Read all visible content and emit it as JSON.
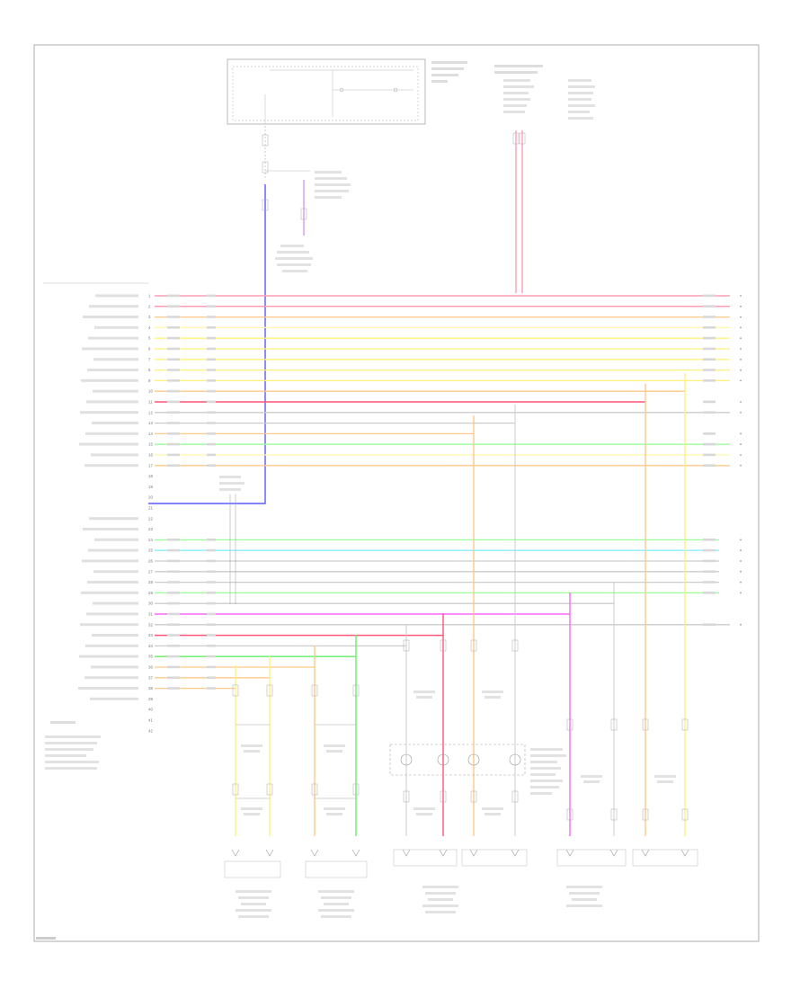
{
  "diagram": {
    "title": "",
    "footer_code": "",
    "colors": {
      "pink": "#ff9eb3",
      "red": "#ff5577",
      "yellow": "#fff27a",
      "lightYellow": "#fff6a8",
      "orange": "#ffc98a",
      "blue": "#5a5aff",
      "violet": "#cc88ff",
      "green": "#66ee66",
      "lightGreen": "#99ff99",
      "cyan": "#88eeff",
      "gray": "#cccccc",
      "magenta": "#ff66ff",
      "frame": "#888888"
    },
    "rows": [
      {
        "pin": "1",
        "color": "pink"
      },
      {
        "pin": "2",
        "color": "pink"
      },
      {
        "pin": "3",
        "color": "orange"
      },
      {
        "pin": "4",
        "color": "lightYellow"
      },
      {
        "pin": "5",
        "color": "yellow"
      },
      {
        "pin": "6",
        "color": "yellow"
      },
      {
        "pin": "7",
        "color": "yellow"
      },
      {
        "pin": "8",
        "color": "yellow"
      },
      {
        "pin": "9",
        "color": "yellow"
      },
      {
        "pin": "10",
        "color": "orange"
      },
      {
        "pin": "11",
        "color": "red"
      },
      {
        "pin": "12",
        "color": "gray"
      },
      {
        "pin": "13",
        "color": "gray"
      },
      {
        "pin": "14",
        "color": "orange"
      },
      {
        "pin": "15",
        "color": "lightGreen"
      },
      {
        "pin": "16",
        "color": "lightYellow"
      },
      {
        "pin": "17",
        "color": "orange"
      },
      {
        "pin": "18",
        "color": "none"
      },
      {
        "pin": "19",
        "color": "none"
      },
      {
        "pin": "20",
        "color": "none"
      },
      {
        "pin": "21",
        "color": "none"
      },
      {
        "pin": "22",
        "color": "blue"
      },
      {
        "pin": "23",
        "color": "none"
      },
      {
        "pin": "24",
        "color": "lightGreen"
      },
      {
        "pin": "25",
        "color": "cyan"
      },
      {
        "pin": "26",
        "color": "gray"
      },
      {
        "pin": "27",
        "color": "gray"
      },
      {
        "pin": "28",
        "color": "gray"
      },
      {
        "pin": "29",
        "color": "lightGreen"
      },
      {
        "pin": "30",
        "color": "gray"
      },
      {
        "pin": "31",
        "color": "magenta"
      },
      {
        "pin": "32",
        "color": "gray"
      },
      {
        "pin": "33",
        "color": "red"
      },
      {
        "pin": "34",
        "color": "gray"
      },
      {
        "pin": "35",
        "color": "green"
      },
      {
        "pin": "36",
        "color": "orange"
      },
      {
        "pin": "37",
        "color": "orange"
      },
      {
        "pin": "38",
        "color": "orange"
      },
      {
        "pin": "39",
        "color": "none"
      },
      {
        "pin": "40",
        "color": "none"
      },
      {
        "pin": "41",
        "color": "none"
      },
      {
        "pin": "42",
        "color": "none"
      }
    ]
  }
}
